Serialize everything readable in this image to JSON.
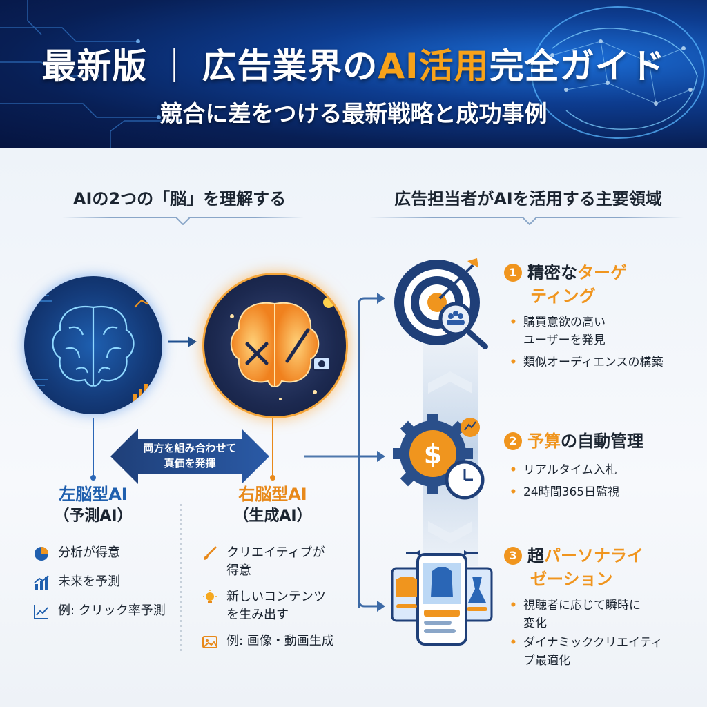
{
  "header": {
    "title_part1": "最新版",
    "title_sep": "｜",
    "title_part2": "広告業界の",
    "title_highlight": "AI活用",
    "title_part3": "完全ガイド",
    "subtitle": "競合に差をつける最新戦略と成功事例"
  },
  "left_section": {
    "heading": "AIの2つの「脳」を理解する",
    "banner": [
      "両方を組み合わせて",
      "真価を発揮"
    ],
    "left_brain": {
      "name": "左脳型AI",
      "sub": "（予測AI）",
      "features": [
        "分析が得意",
        "未来を予測",
        "例: クリック率予測"
      ]
    },
    "right_brain": {
      "name": "右脳型AI",
      "sub": "（生成AI）",
      "features": [
        [
          "クリエイティブが",
          "得意"
        ],
        [
          "新しいコンテンツ",
          "を生み出す"
        ],
        [
          "例: 画像・動画生成"
        ]
      ]
    }
  },
  "right_section": {
    "heading": "広告担当者がAIを活用する主要領域",
    "areas": [
      {
        "num": "1",
        "title_plain": "精密な",
        "title_highlight_1": "ターゲ",
        "title_highlight_2": "ティング",
        "bullets": [
          [
            "購買意欲の高い",
            "ユーザーを発見"
          ],
          [
            "類似オーディエンスの構築"
          ]
        ]
      },
      {
        "num": "2",
        "title_highlight_1": "予算",
        "title_plain": "の自動管理",
        "bullets": [
          [
            "リアルタイム入札"
          ],
          [
            "24時間365日監視"
          ]
        ]
      },
      {
        "num": "3",
        "title_plain": "超",
        "title_highlight_1": "パーソナライ",
        "title_highlight_2": "ゼーション",
        "bullets": [
          [
            "視聴者に応じて瞬時に",
            "変化"
          ],
          [
            "ダイナミッククリエイティ",
            "ブ最適化"
          ]
        ]
      }
    ]
  },
  "colors": {
    "accent_orange": "#f0951e",
    "left_blue": "#1f5fae",
    "right_orange": "#e8891a",
    "header_navy": "#081f55"
  },
  "icons": [
    "brain-icon",
    "target-arrow-icon",
    "gear-dollar-icon",
    "clock-icon",
    "phone-cards-icon",
    "pie-chart-icon",
    "bar-chart-icon",
    "line-chart-icon",
    "brush-icon",
    "bulb-icon",
    "image-icon"
  ]
}
